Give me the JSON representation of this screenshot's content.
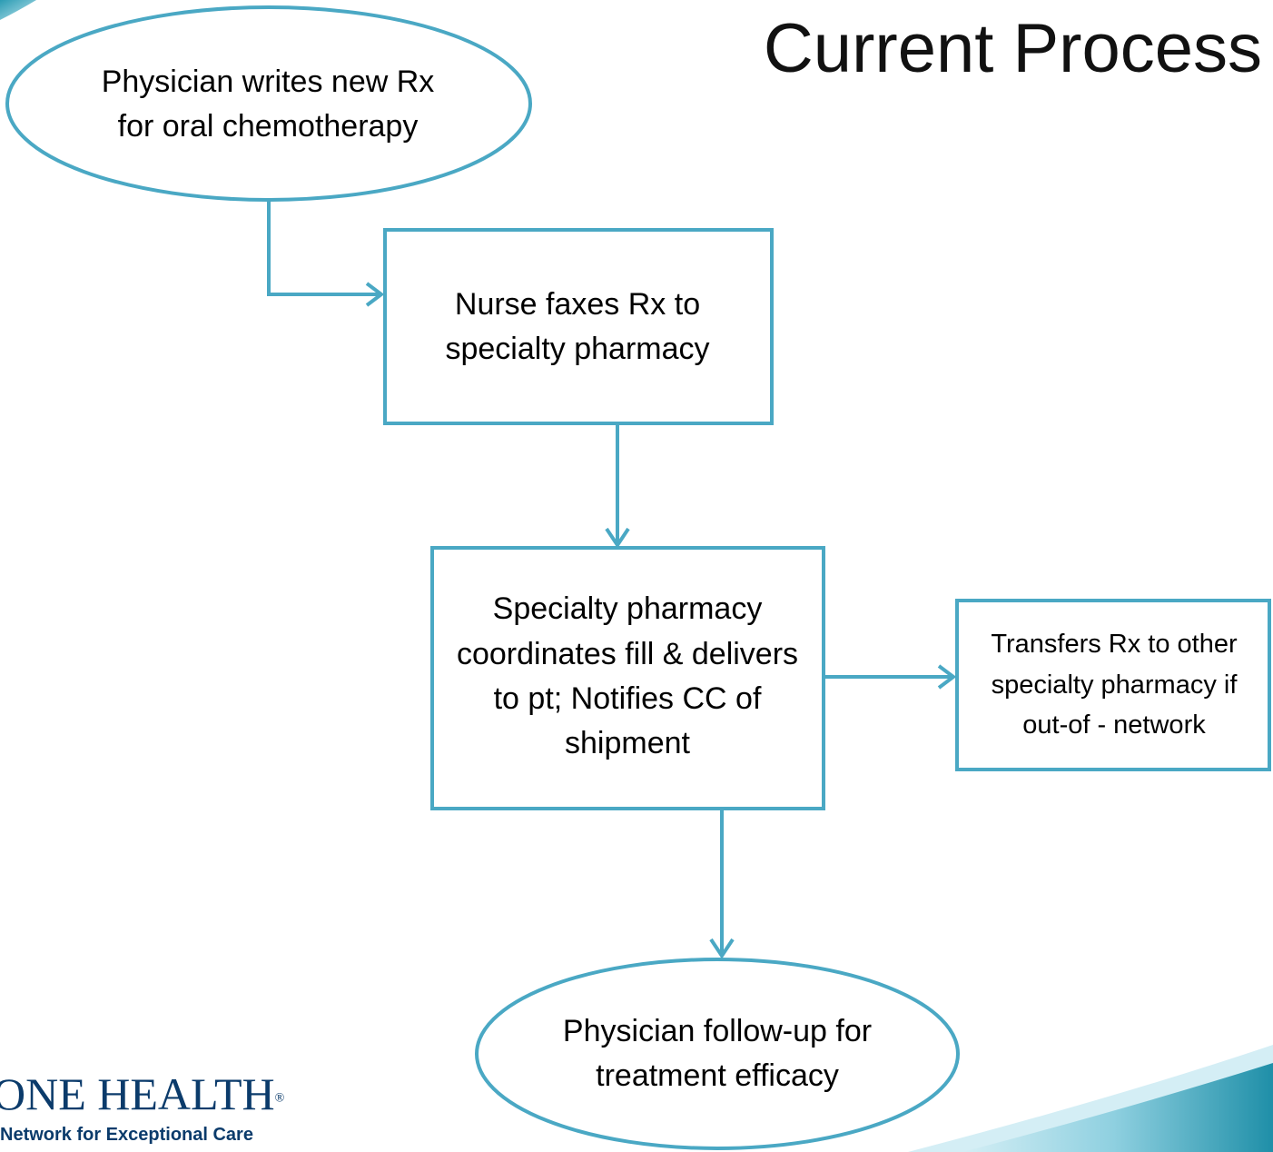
{
  "slide": {
    "title": "Current Process"
  },
  "colors": {
    "stroke": "#4aa8c4",
    "accent_light": "#8fd0e0",
    "accent_dark": "#1f8fa8",
    "logo": "#0b3b6b"
  },
  "nodes": {
    "start": {
      "shape": "ellipse",
      "label": "Physician writes new Rx for oral chemotherapy"
    },
    "fax": {
      "shape": "rect",
      "label": "Nurse faxes Rx to specialty pharmacy"
    },
    "pharmacy": {
      "shape": "rect",
      "label": "Specialty pharmacy coordinates fill & delivers to pt; Notifies CC of shipment"
    },
    "transfer": {
      "shape": "rect",
      "label": "Transfers Rx to other specialty pharmacy if out-of - network"
    },
    "end": {
      "shape": "ellipse",
      "label": "Physician follow-up for treatment efficacy"
    }
  },
  "edges": [
    {
      "from": "start",
      "to": "fax"
    },
    {
      "from": "fax",
      "to": "pharmacy"
    },
    {
      "from": "pharmacy",
      "to": "transfer"
    },
    {
      "from": "pharmacy",
      "to": "end"
    }
  ],
  "logo": {
    "name": "ONE HEALTH",
    "registered": "®",
    "tagline": "Network for Exceptional Care"
  }
}
